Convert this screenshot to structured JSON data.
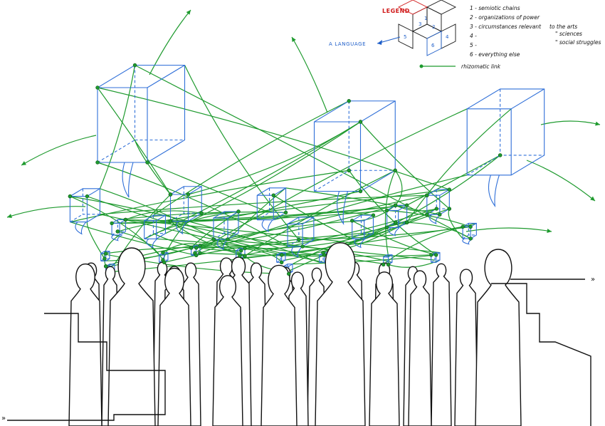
{
  "legend": {
    "title": "LEGEND",
    "items": [
      {
        "num": "1",
        "text": "- semiotic chains"
      },
      {
        "num": "2",
        "text": "- organizations of power"
      },
      {
        "num": "3",
        "text": "- circumstances relevant"
      },
      {
        "num": "4",
        "text": "-"
      },
      {
        "num": "5",
        "text": "-"
      },
      {
        "num": "6",
        "text": "- everything else"
      }
    ],
    "side_notes": [
      "to the arts",
      "\" sciences",
      "\" social struggles"
    ],
    "language_label": "A LANGUAGE",
    "rhizomatic_label": "rhizomatic link"
  },
  "colors": {
    "cube": "#2f6fd8",
    "link": "#1e9a2e",
    "crowd": "#111111",
    "legend_title": "#d01818"
  },
  "edge_marks": {
    "bottom_left": "»",
    "right": "»"
  }
}
